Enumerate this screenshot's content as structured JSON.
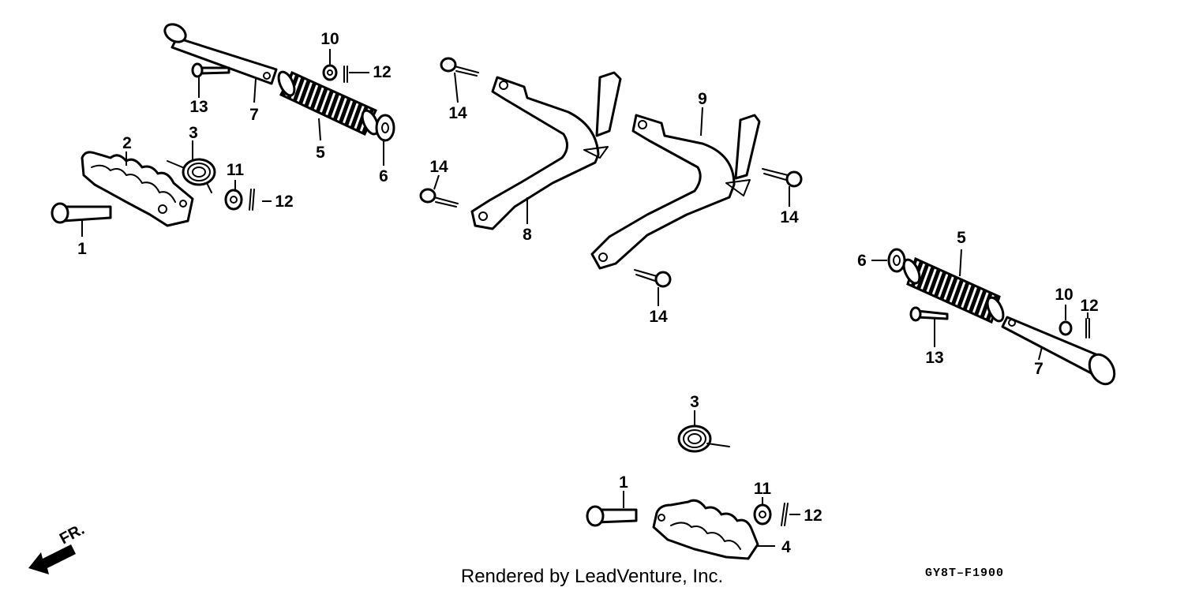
{
  "callouts": {
    "n1": "1",
    "n2": "2",
    "n3": "3",
    "n4": "4",
    "n5": "5",
    "n6": "6",
    "n7": "7",
    "n8": "8",
    "n9": "9",
    "n10": "10",
    "n11": "11",
    "n12": "12",
    "n13": "13",
    "n14": "14"
  },
  "footer": {
    "rendered_by": "Rendered by LeadVenture, Inc.",
    "diagram_code": "GY8T–F1900"
  },
  "direction": {
    "label": "FR."
  }
}
